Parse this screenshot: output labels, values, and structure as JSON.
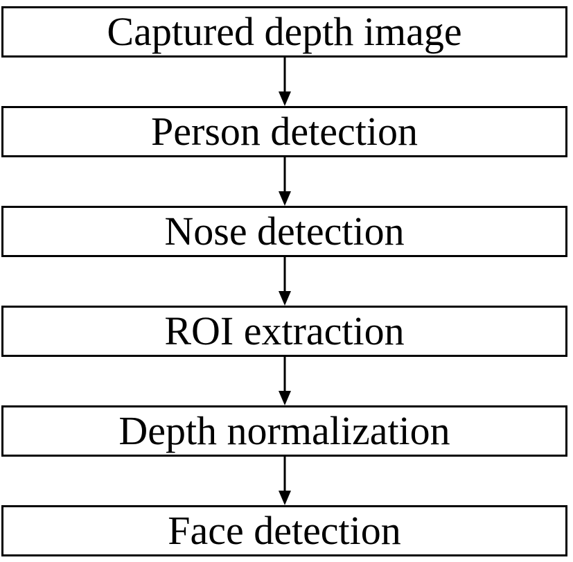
{
  "flowchart": {
    "steps": [
      {
        "label": "Captured depth image"
      },
      {
        "label": "Person detection"
      },
      {
        "label": "Nose detection"
      },
      {
        "label": "ROI extraction"
      },
      {
        "label": "Depth normalization"
      },
      {
        "label": "Face detection"
      }
    ],
    "colors": {
      "line": "#000000",
      "background": "#ffffff"
    }
  }
}
